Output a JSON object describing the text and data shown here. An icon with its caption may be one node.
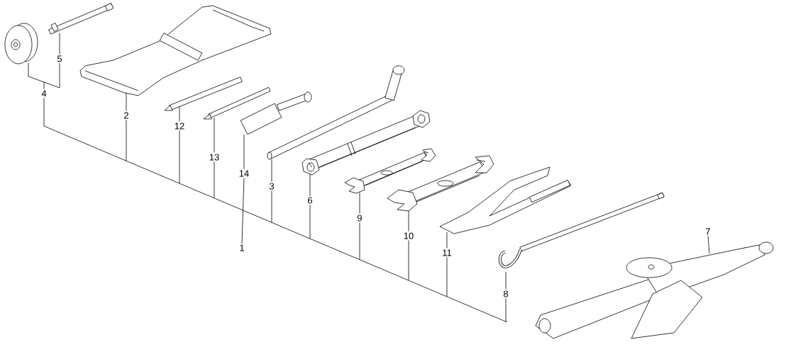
{
  "diagram": {
    "nodes": [
      {
        "text": [
          "4"
        ]
      },
      {
        "text": [],
        "shape": "picture"
      },
      {
        "text": [
          "5"
        ]
      },
      {
        "text": [],
        "shape": "picture"
      },
      {
        "text": [
          "2"
        ]
      },
      {
        "text": [],
        "shape": "picture"
      },
      {
        "text": [
          "12"
        ]
      },
      {
        "text": [],
        "shape": "picture"
      },
      {
        "text": [
          "13"
        ]
      },
      {
        "text": [],
        "shape": "picture"
      },
      {
        "text": [
          "14"
        ]
      },
      {
        "text": [],
        "shape": "picture"
      },
      {
        "text": [
          "3"
        ]
      },
      {
        "text": [],
        "shape": "picture"
      },
      {
        "text": [
          "6"
        ]
      },
      {
        "text": [],
        "shape": "picture"
      },
      {
        "text": [
          "9"
        ]
      },
      {
        "text": [],
        "shape": "picture"
      },
      {
        "text": [
          "10"
        ]
      },
      {
        "text": [],
        "shape": "picture"
      },
      {
        "text": [
          "11"
        ]
      },
      {
        "text": [],
        "shape": "picture"
      },
      {
        "text": [
          "8"
        ]
      },
      {
        "text": [],
        "shape": "picture"
      },
      {
        "text": [
          "7"
        ]
      },
      {
        "text": [],
        "shape": "picture"
      }
    ],
    "edges": [
      {
        "from": 0,
        "to": 1,
        "arrow": "none"
      },
      {
        "from": 2,
        "to": 3,
        "arrow": "none"
      },
      {
        "from": 4,
        "to": 5,
        "arrow": "none"
      },
      {
        "from": 6,
        "to": 7,
        "arrow": "none"
      },
      {
        "from": 8,
        "to": 9,
        "arrow": "none"
      },
      {
        "from": 10,
        "to": 11,
        "arrow": "none"
      },
      {
        "from": 12,
        "to": 13,
        "arrow": "none"
      },
      {
        "from": 14,
        "to": 15,
        "arrow": "none"
      },
      {
        "from": 16,
        "to": 17,
        "arrow": "none"
      },
      {
        "from": 18,
        "to": 19,
        "arrow": "none"
      },
      {
        "from": 20,
        "to": 21,
        "arrow": "none"
      },
      {
        "from": 22,
        "to": 23,
        "arrow": "none"
      },
      {
        "from": 24,
        "to": 25,
        "arrow": "none"
      }
    ],
    "labels": [
      "1"
    ]
  }
}
